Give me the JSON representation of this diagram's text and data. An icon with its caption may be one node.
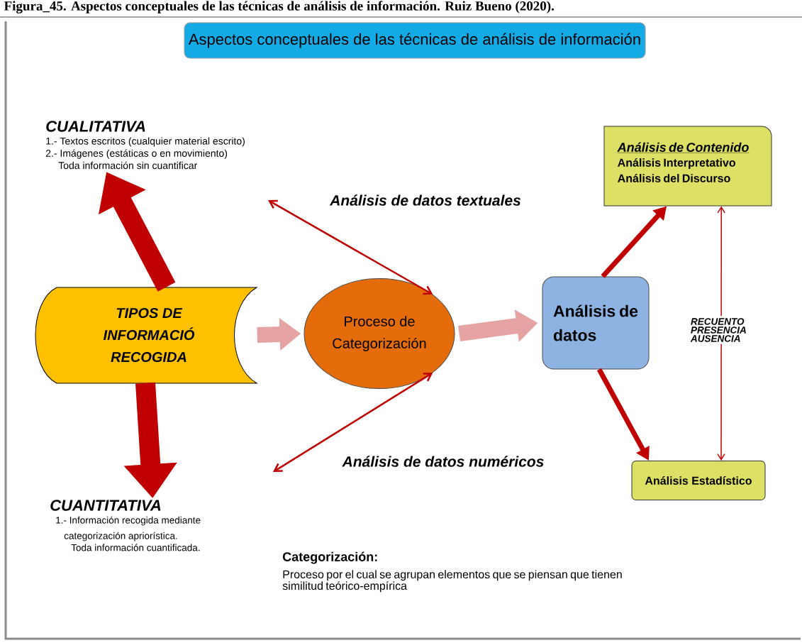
{
  "diagram": {
    "caption": "Figura_45. Aspectos conceptuales de las técnicas de análisis de información. Ruiz Bueno (2020).",
    "nodes": [
      {
        "text": [
          "Aspectos conceptuales de las técnicas de análisis de información"
        ]
      },
      {
        "text": [
          "CUALITATIVA",
          "1.- Textos escritos (cualquier material escrito)",
          "2.- Imágenes (estáticas o en movimiento)",
          "Toda información sin cuantificar"
        ]
      },
      {
        "text": [
          "TIPOS DE INFORMACIÓ RECOGIDA"
        ]
      },
      {
        "text": [
          "Proceso de Categorización"
        ]
      },
      {
        "text": [
          "Análisis de datos"
        ]
      },
      {
        "text": [
          "Análisis de Contenido",
          "Análisis Interpretativo",
          "Análisis del Discurso"
        ]
      },
      {
        "text": [
          "Análisis Estadístico"
        ]
      },
      {
        "text": [
          "CUANTITATIVA",
          "1.- Información recogida mediante categorización apriorística.",
          "Toda información cuantificada."
        ]
      }
    ],
    "edges": [
      {
        "from": 2,
        "to": 1,
        "arrow": "to",
        "style": "thick"
      },
      {
        "from": 2,
        "to": 7,
        "arrow": "to",
        "style": "thick"
      },
      {
        "from": 2,
        "to": 3,
        "arrow": "to",
        "style": "thick",
        "color": "#e6a3a3"
      },
      {
        "from": 3,
        "to": 4,
        "arrow": "to",
        "style": "thick",
        "color": "#e6a3a3"
      },
      {
        "from": null,
        "to": 3,
        "arrow": "both",
        "label": "Análisis de datos textuales"
      },
      {
        "from": null,
        "to": 3,
        "arrow": "both",
        "label": "Análisis de datos numéricos"
      },
      {
        "from": 4,
        "to": 5,
        "arrow": "to"
      },
      {
        "from": 4,
        "to": 6,
        "arrow": "to"
      },
      {
        "from": 5,
        "to": 6,
        "arrow": "both",
        "label": "RECUENTO PRESENCIA AUSENCIA"
      }
    ],
    "labels": [
      "Categorización:",
      "Proceso por el cual se agrupan elementos que se piensan que tienen similitud teórico-empírica"
    ]
  }
}
